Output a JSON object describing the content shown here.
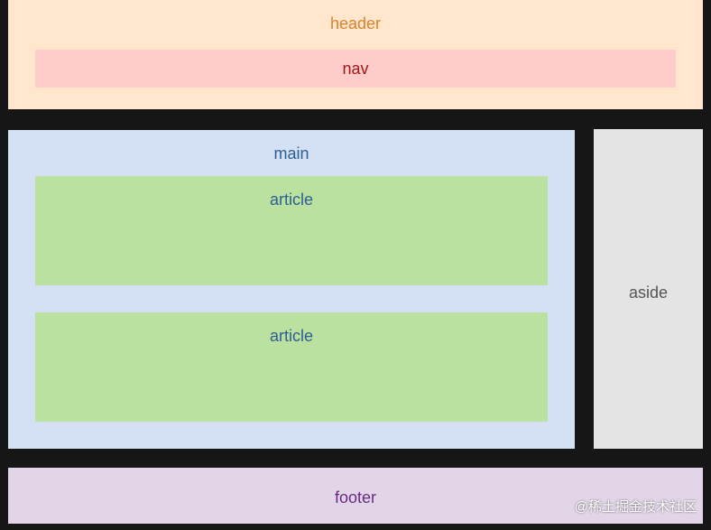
{
  "header": {
    "label": "header"
  },
  "nav": {
    "label": "nav"
  },
  "main": {
    "label": "main",
    "articles": [
      {
        "label": "article"
      },
      {
        "label": "article"
      }
    ]
  },
  "aside": {
    "label": "aside"
  },
  "footer": {
    "label": "footer"
  },
  "watermark": "@稀土掘金技术社区",
  "colors": {
    "header": "#ffe6cc",
    "nav": "#ffcccc",
    "main": "#d4e1f5",
    "article": "#bbe1a1",
    "aside": "#e4e4e4",
    "footer": "#e1d5e7",
    "background": "#161616"
  }
}
